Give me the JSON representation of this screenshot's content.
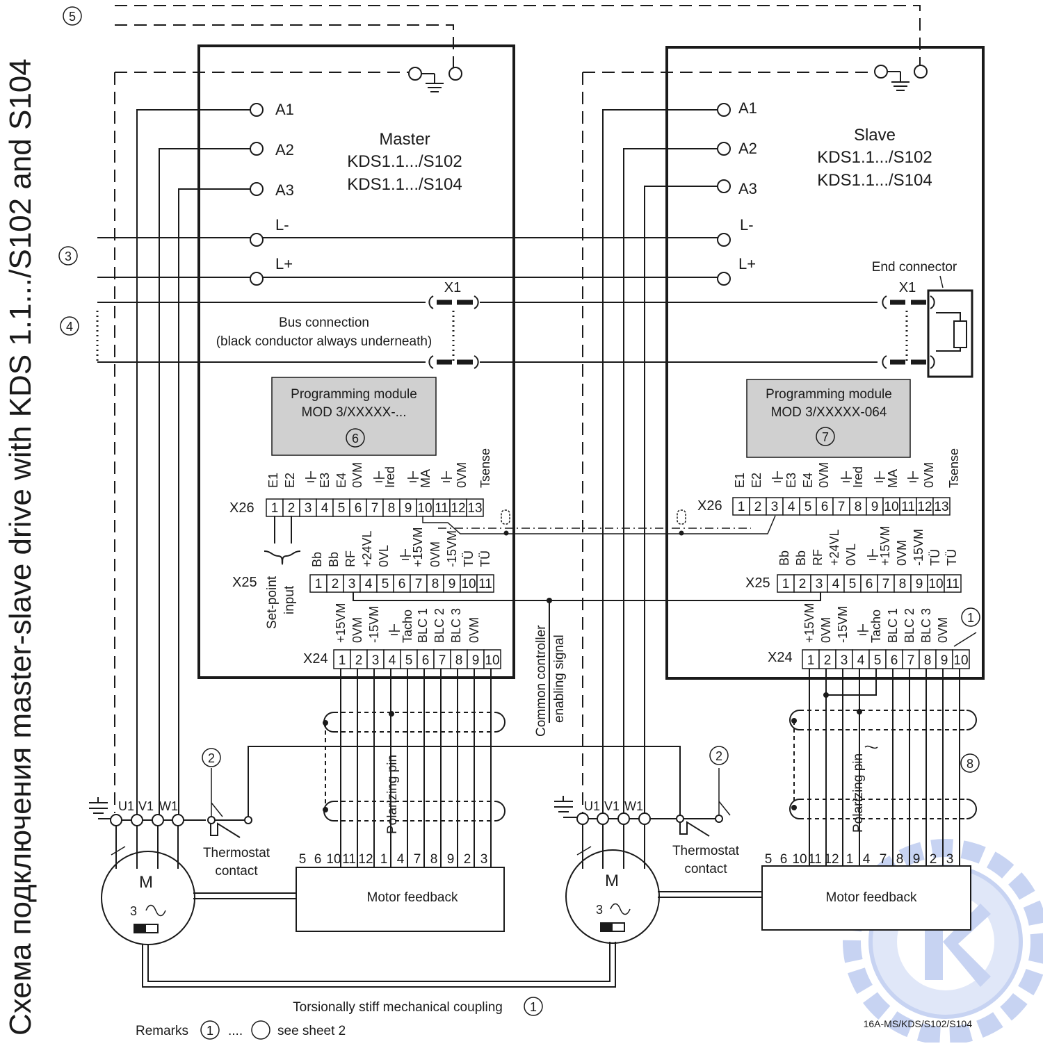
{
  "side_title": "Схема подключения master-slave drive with KDS 1.1.../S102 and S104",
  "master": {
    "title": "Master",
    "model1": "KDS1.1.../S102",
    "model2": "KDS1.1.../S104",
    "prog_line1": "Programming module",
    "prog_line2": "MOD 3/XXXXX-...",
    "prog_note": "6"
  },
  "slave": {
    "title": "Slave",
    "model1": "KDS1.1.../S102",
    "model2": "KDS1.1.../S104",
    "prog_line1": "Programming module",
    "prog_line2": "MOD 3/XXXXX-064",
    "prog_note": "7",
    "end_connector": "End connector"
  },
  "terminals": {
    "a1": "A1",
    "a2": "A2",
    "a3": "A3",
    "lminus": "L-",
    "lplus": "L+",
    "x1": "X1",
    "x26": "X26",
    "x25": "X25",
    "x24": "X24",
    "u1": "U1",
    "v1": "V1",
    "w1": "W1"
  },
  "bus": {
    "line1": "Bus connection",
    "line2": "(black conductor always underneath)"
  },
  "x26_labels": [
    "E1",
    "E2",
    "E3",
    "E4",
    "0VM",
    "Ired",
    "MA",
    "0VM",
    "Tsense"
  ],
  "x26_pins": [
    "1",
    "2",
    "3",
    "4",
    "5",
    "6",
    "7",
    "8",
    "9",
    "10",
    "11",
    "12",
    "13"
  ],
  "x25_labels": [
    "Bb",
    "Bb",
    "RF",
    "+24VL",
    "0VL",
    "+15VM",
    "0VM",
    "-15VM",
    "TÜ",
    "TÜ"
  ],
  "x25_pins": [
    "1",
    "2",
    "3",
    "4",
    "5",
    "6",
    "7",
    "8",
    "9",
    "10",
    "11"
  ],
  "x24_labels": [
    "+15VM",
    "0VM",
    "-15VM",
    "Tacho",
    "BLC 1",
    "BLC 2",
    "BLC 3",
    "0VM"
  ],
  "x24_pins": [
    "1",
    "2",
    "3",
    "4",
    "5",
    "6",
    "7",
    "8",
    "9",
    "10"
  ],
  "setpoint": {
    "line1": "Set-point",
    "line2": "input"
  },
  "common": {
    "line1": "Common controller",
    "line2": "enabling signal"
  },
  "polarizing_pin": "Polarizing pin",
  "thermostat": {
    "line1": "Thermostat",
    "line2": "contact"
  },
  "motor": {
    "letter": "M",
    "phase": "3"
  },
  "feedback": {
    "label": "Motor feedback",
    "pins": [
      "5",
      "6",
      "10",
      "11",
      "12",
      "1",
      "4",
      "7",
      "8",
      "9",
      "2",
      "3"
    ]
  },
  "notes": {
    "n1": "1",
    "n2": "2",
    "n3": "3",
    "n4": "4",
    "n5": "5",
    "n8": "8"
  },
  "coupling": "Torsionally stiff mechanical coupling",
  "remarks": {
    "label": "Remarks",
    "dots": "....",
    "see": "see sheet 2"
  },
  "drawing_ref": "16A-MS/KDS/S102/S104",
  "colors": {
    "ink": "#1a1a1a",
    "module_fill": "#d0d0d0",
    "watermark": "#9bb0e8"
  }
}
